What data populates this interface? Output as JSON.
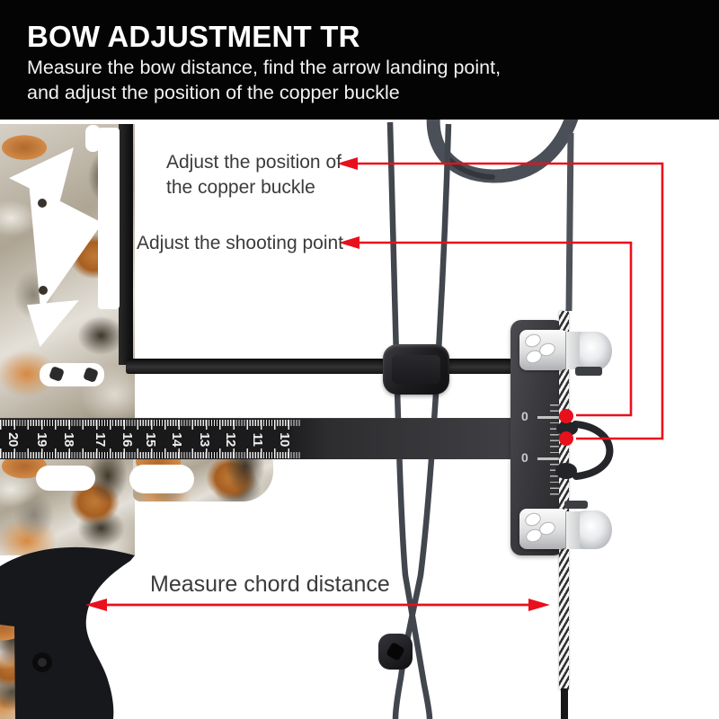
{
  "header": {
    "title": "BOW ADJUSTMENT TR",
    "subtitle_line1": "Measure the bow distance, find the arrow landing point,",
    "subtitle_line2": "and adjust the position of the copper buckle"
  },
  "annotations": {
    "copper_buckle_line1": "Adjust the position of",
    "copper_buckle_line2": "the copper buckle",
    "shooting_point": "Adjust the shooting point",
    "chord_distance": "Measure chord distance"
  },
  "ruler": {
    "numbers": [
      "20",
      "19",
      "18",
      "17",
      "16",
      "15",
      "14",
      "13",
      "12",
      "11",
      "10"
    ]
  },
  "t_square": {
    "scale_zero_top": "0",
    "scale_zero_bottom": "0"
  },
  "colors": {
    "header_bg": "#040404",
    "header_text": "#ffffff",
    "annotation_text": "#3b3b3b",
    "accent_red": "#e8101c",
    "ruler_black": "#1a1a1a",
    "t_square_gray": "#3a3a3e",
    "camo_orange": "#c07a36",
    "string_serving_white": "#f2f2f0"
  }
}
